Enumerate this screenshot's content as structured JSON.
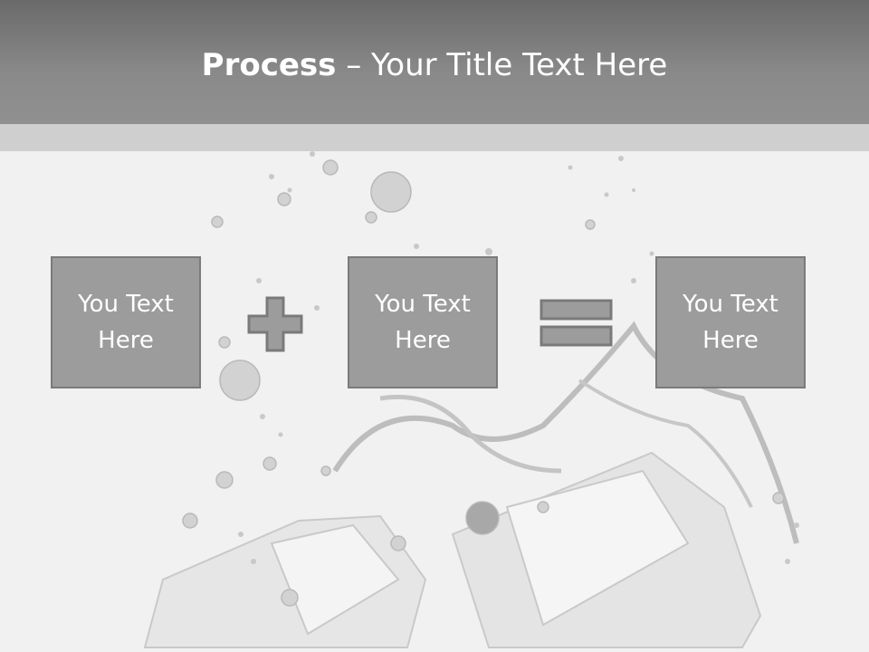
{
  "slide": {
    "title_bold": "Process",
    "title_sep": " – ",
    "title_rest": "Your Title Text Here"
  },
  "boxes": [
    {
      "text": "You Text Here"
    },
    {
      "text": "You Text Here"
    },
    {
      "text": "You Text Here"
    }
  ],
  "operators": [
    "plus-icon",
    "equals-icon"
  ],
  "colors": {
    "header": "#7a7a7a",
    "box_fill": "#9c9c9c",
    "box_border": "#7a7a7a",
    "text": "#ffffff"
  }
}
